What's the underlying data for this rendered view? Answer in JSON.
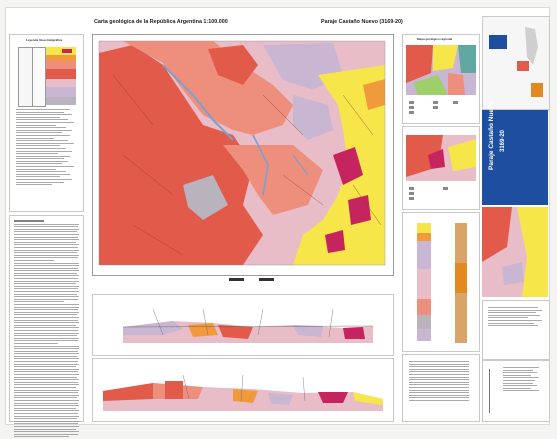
{
  "header": {
    "title": "Carta geológica de la República Argentina 1:100.000",
    "sheet_name": "Paraje Castaño Nuevo (3169-20)"
  },
  "legend": {
    "title": "Leyenda litoestratigráfica"
  },
  "insets": {
    "geo_map_title": "Mapa geológico regional",
    "side_title": "Paraje Castaño Nuevo",
    "side_code": "3169-20"
  },
  "colors": {
    "red": "#e15a4a",
    "salmon": "#ee8f7e",
    "pink": "#e9bdc8",
    "lavender": "#c8b6d2",
    "yellow": "#f7e64a",
    "orange": "#f09a3b",
    "grey": "#b9b3bd",
    "magenta": "#c6245e",
    "blue": "#7b9fce",
    "cover_blue": "#1d4ea0",
    "cover_orange": "#e2891f"
  }
}
